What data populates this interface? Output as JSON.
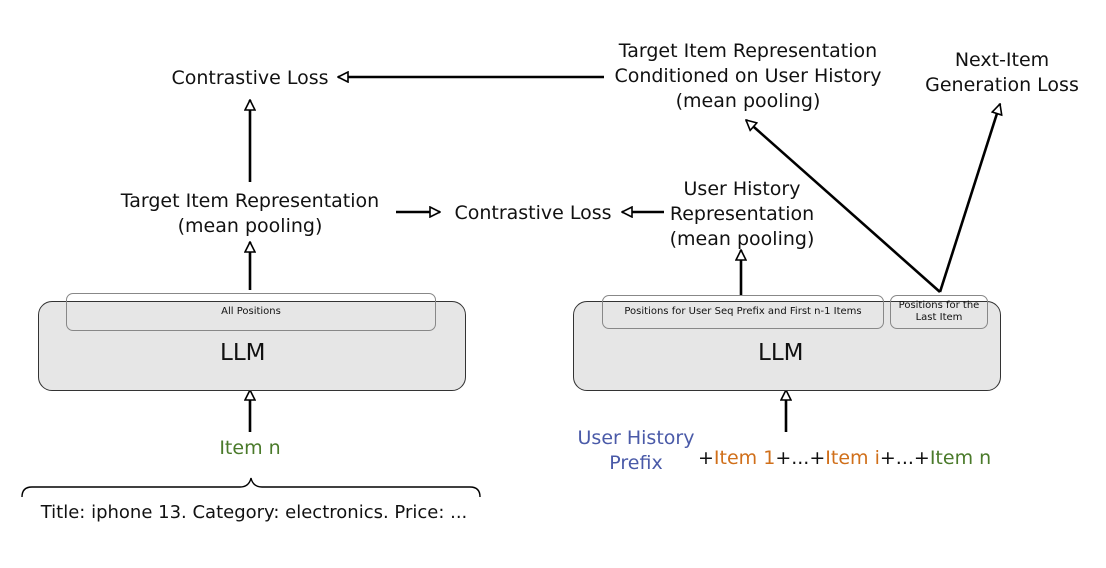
{
  "colors": {
    "item_n": "#4a7a2a",
    "item_other": "#d06f1a",
    "prefix": "#4a5aa8",
    "llm_fill": "#e6e6e6"
  },
  "left": {
    "contrastive_top": "Contrastive Loss",
    "target_rep": [
      "Target Item Representation",
      "(mean pooling)"
    ],
    "positions_box": "All Positions",
    "llm": "LLM",
    "item_input": "Item n",
    "item_text": "Title: iphone 13. Category: electronics. Price: ..."
  },
  "middle": {
    "contrastive_mid": "Contrastive Loss"
  },
  "right": {
    "target_conditioned": [
      "Target Item Representation",
      "Conditioned on User History",
      "(mean pooling)"
    ],
    "next_item_loss": [
      "Next-Item",
      "Generation Loss"
    ],
    "user_history_rep": [
      "User History",
      "Representation",
      "(mean pooling)"
    ],
    "positions_prefix_box": "Positions for User Seq Prefix and First n-1 Items",
    "positions_last_box": [
      "Positions for the",
      "Last Item"
    ],
    "llm": "LLM",
    "prefix_label": [
      "User History",
      "Prefix"
    ],
    "sequence": {
      "plus1": "+",
      "item1": "Item 1",
      "plus2": "+...+",
      "itemi": "Item i",
      "plus3": "+...+",
      "itemn": "Item n"
    }
  }
}
